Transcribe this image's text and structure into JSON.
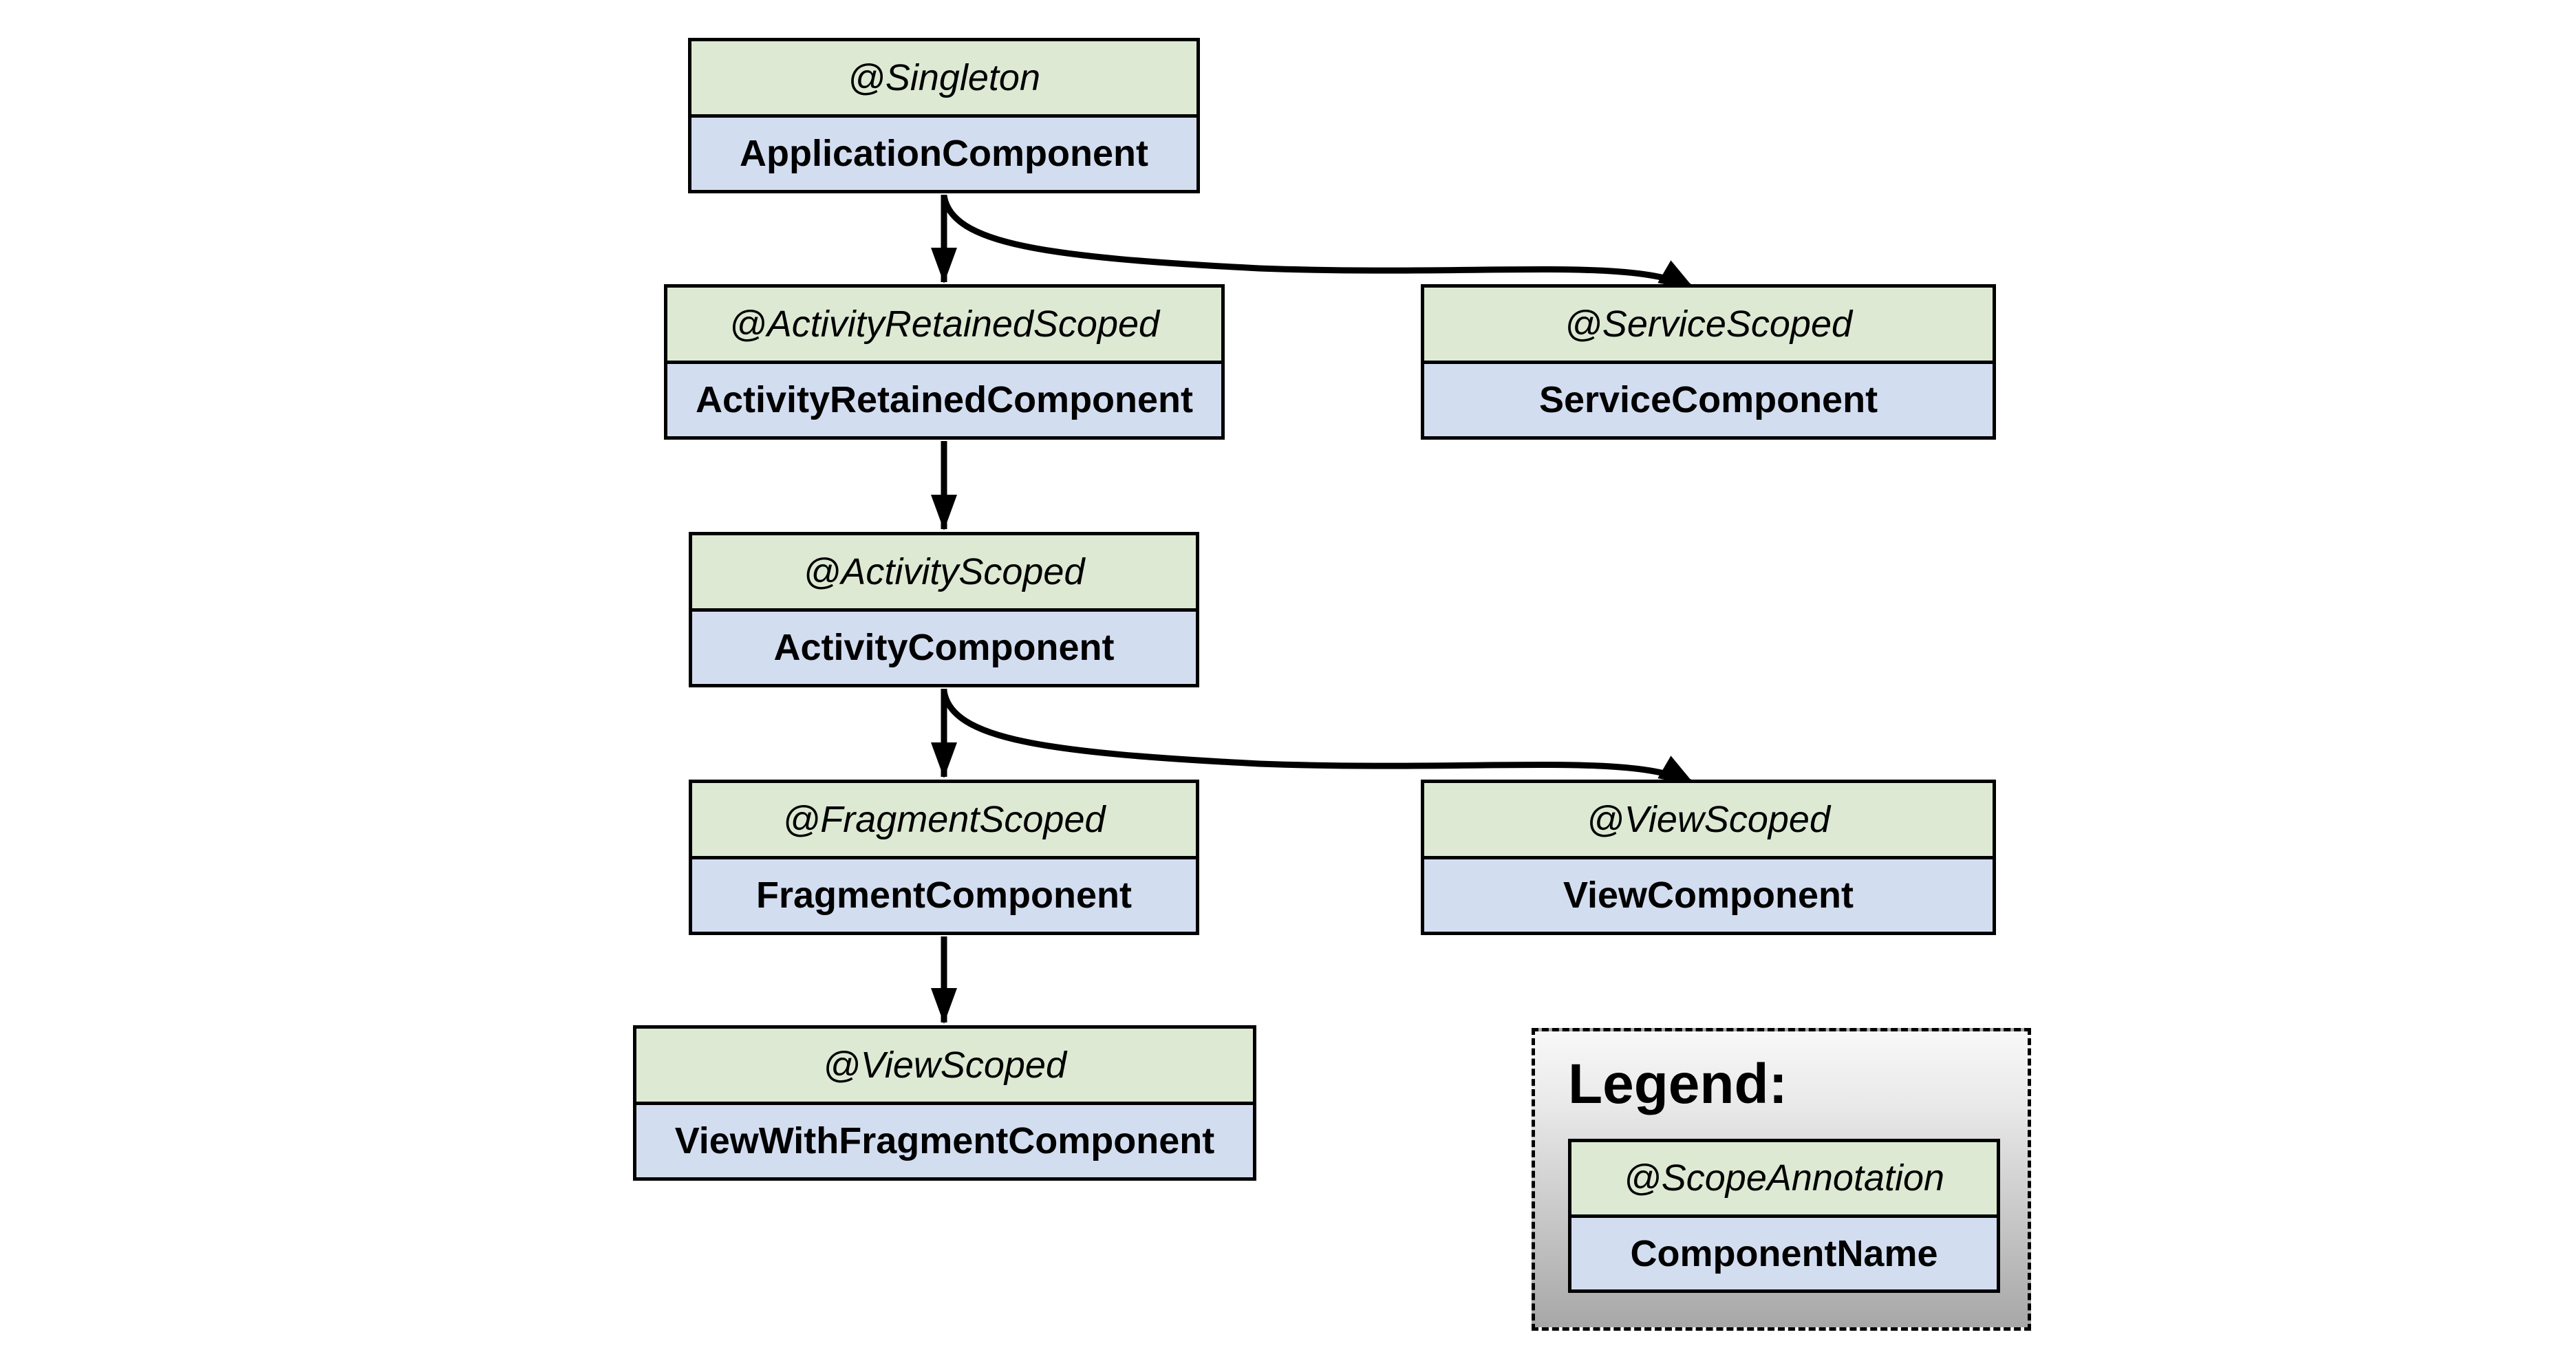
{
  "diagram": {
    "nodes": [
      {
        "scope": "@Singleton",
        "component": "ApplicationComponent"
      },
      {
        "scope": "@ActivityRetainedScoped",
        "component": "ActivityRetainedComponent"
      },
      {
        "scope": "@ServiceScoped",
        "component": "ServiceComponent"
      },
      {
        "scope": "@ActivityScoped",
        "component": "ActivityComponent"
      },
      {
        "scope": "@FragmentScoped",
        "component": "FragmentComponent"
      },
      {
        "scope": "@ViewScoped",
        "component": "ViewComponent"
      },
      {
        "scope": "@ViewScoped",
        "component": "ViewWithFragmentComponent"
      }
    ],
    "edges": [
      {
        "from": "ApplicationComponent",
        "to": "ActivityRetainedComponent",
        "style": "straight"
      },
      {
        "from": "ApplicationComponent",
        "to": "ServiceComponent",
        "style": "curved"
      },
      {
        "from": "ActivityRetainedComponent",
        "to": "ActivityComponent",
        "style": "straight"
      },
      {
        "from": "ActivityComponent",
        "to": "FragmentComponent",
        "style": "straight"
      },
      {
        "from": "ActivityComponent",
        "to": "ViewComponent",
        "style": "curved"
      },
      {
        "from": "FragmentComponent",
        "to": "ViewWithFragmentComponent",
        "style": "straight"
      }
    ],
    "legend": {
      "title": "Legend:",
      "scope_label": "@ScopeAnnotation",
      "component_label": "ComponentName"
    },
    "colors": {
      "scope_bg": "#dde9d3",
      "component_bg": "#d3ddf0",
      "border": "#000000",
      "arrow": "#000000",
      "canvas_bg": "#ffffff",
      "legend_gradient_top": "#f8f8f8",
      "legend_gradient_bottom": "#a7a7a7"
    }
  }
}
